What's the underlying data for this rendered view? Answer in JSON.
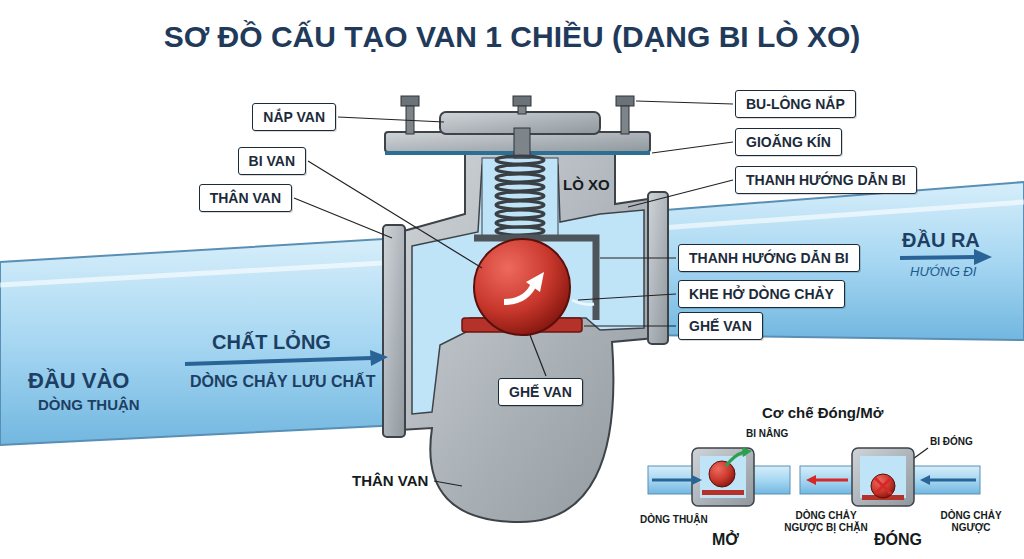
{
  "diagram": {
    "title": "SƠ ĐỒ CẤU TẠO VAN 1 CHIỀU (DẠNG BI LÒ XO)",
    "nodes": [
      {
        "text": [
          "NẮP VAN"
        ]
      },
      {
        "text": [
          "BI VAN"
        ]
      },
      {
        "text": [
          "THÂN VAN"
        ]
      },
      {
        "text": [
          "BU-LÔNG NẮP"
        ]
      },
      {
        "text": [
          "GIOĂNG KÍN"
        ]
      },
      {
        "text": [
          "THANH HƯỚNG DẪN BI"
        ]
      },
      {
        "text": [
          "THANH HƯỚNG DẪN BI"
        ]
      },
      {
        "text": [
          "KHE HỞ DÒNG CHẢY"
        ]
      },
      {
        "text": [
          "GHẾ VAN"
        ]
      },
      {
        "text": [
          "GHẾ VAN"
        ]
      }
    ],
    "labels": [
      "LÒ XO",
      "ĐẦU RA",
      "HƯỚNG ĐI",
      "CHẤT LỎNG",
      "ĐẦU VÀO",
      "DÒNG THUẬN",
      "DÒNG CHẢY LƯU CHẤT",
      "THÂN VAN",
      "Cơ chế Đóng/Mở",
      "BI NÂNG",
      "BI ĐÓNG",
      "DÒNG THUẬN",
      "MỞ",
      "DÒNG CHẢY NGƯỢC BỊ CHẶN",
      "ĐÓNG",
      "DÒNG CHẢY NGƯỢC"
    ]
  }
}
